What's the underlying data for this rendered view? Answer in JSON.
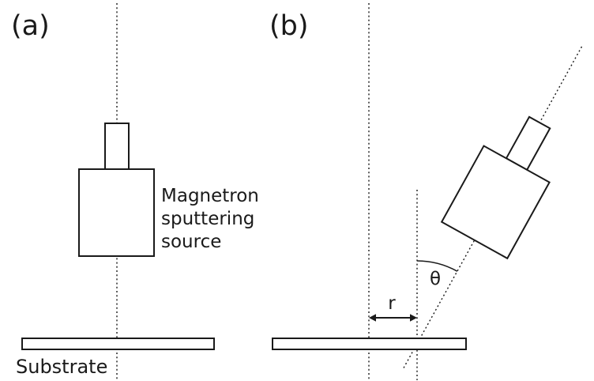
{
  "figure": {
    "background_color": "#ffffff",
    "line_color": "#1a1a1a",
    "panel_a": {
      "label": "(a)",
      "source_label": [
        "Magnetron",
        "sputtering",
        "source"
      ],
      "substrate_label": "Substrate"
    },
    "panel_b": {
      "label": "(b)",
      "tilt_angle_symbol": "θ",
      "offset_symbol": "r"
    }
  }
}
